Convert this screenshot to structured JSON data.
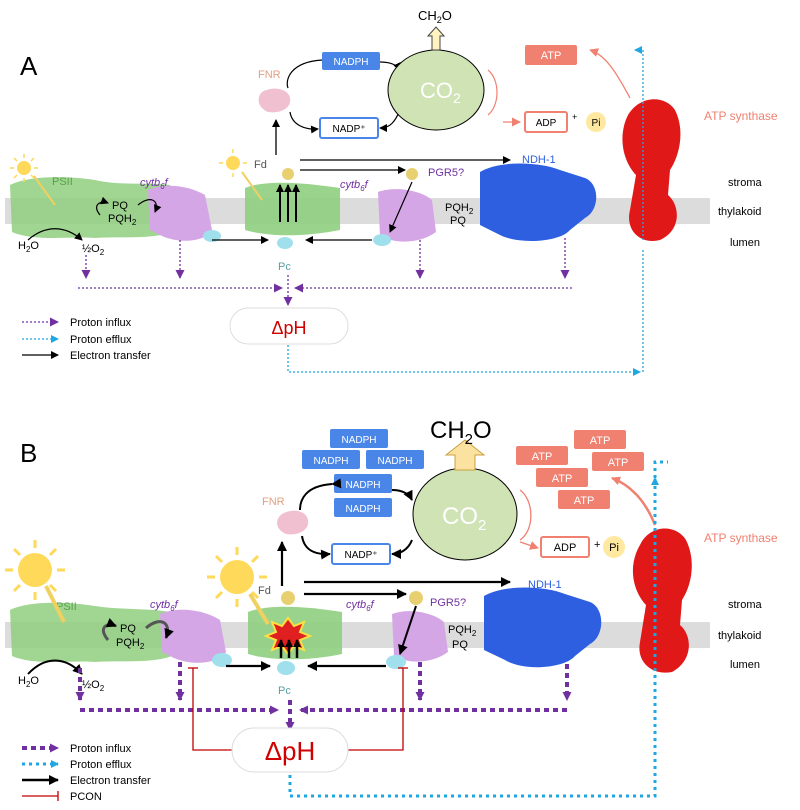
{
  "panels": [
    {
      "letter": "A",
      "labels": {
        "psii": "PSII",
        "cytb6f": "cytb",
        "cytb6f_sub": "6",
        "cytb6f_tail": "f",
        "fnr": "FNR",
        "fd": "Fd",
        "pgr5": "PGR5?",
        "ndh": "NDH-1",
        "pc": "Pc",
        "pq": "PQ",
        "pqh2": "PQH",
        "pqh2_sub": "2",
        "h2o": "H",
        "h2o_sub": "2",
        "h2o_tail": "O",
        "half_o2": "½O",
        "half_o2_sub": "2",
        "nadph": "NADPH",
        "nadp": "NADP⁺",
        "co2": "CO",
        "co2_sub": "2",
        "ch2o": "CH",
        "ch2o_sub": "2",
        "ch2o_tail": "O",
        "atp": "ATP",
        "adp": "ADP",
        "plus": "+",
        "pi": "Pi",
        "atp_synthase": "ATP synthase",
        "stroma": "stroma",
        "thylakoid": "thylakoid",
        "lumen": "lumen",
        "dph": "ΔpH"
      },
      "legend": [
        "Proton influx",
        "Proton efflux",
        "Electron transfer"
      ]
    },
    {
      "letter": "B",
      "labels": {
        "psii": "PSII",
        "cytb6f": "cytb",
        "cytb6f_sub": "6",
        "cytb6f_tail": "f",
        "fnr": "FNR",
        "fd": "Fd",
        "pgr5": "PGR5?",
        "ndh": "NDH-1",
        "pc": "Pc",
        "pq": "PQ",
        "pqh2": "PQH",
        "pqh2_sub": "2",
        "h2o": "H",
        "h2o_sub": "2",
        "h2o_tail": "O",
        "half_o2": "½O",
        "half_o2_sub": "2",
        "nadph": "NADPH",
        "nadp": "NADP⁺",
        "co2": "CO",
        "co2_sub": "2",
        "ch2o": "CH",
        "ch2o_sub": "2",
        "ch2o_tail": "O",
        "atp": "ATP",
        "adp": "ADP",
        "plus": "+",
        "pi": "Pi",
        "atp_synthase": "ATP synthase",
        "stroma": "stroma",
        "thylakoid": "thylakoid",
        "lumen": "lumen",
        "dph": "ΔpH"
      },
      "legend": [
        "Proton influx",
        "Proton efflux",
        "Electron transfer",
        "PCON"
      ]
    }
  ],
  "colors": {
    "proton_influx": "#7030a0",
    "proton_efflux": "#1ea7e0",
    "electron": "#000000",
    "pcon": "#c00000",
    "nadph_fill": "#4a86e8",
    "atp_fill": "#f08070",
    "co2_fill": "#cfe3b4",
    "membrane": "#dcdcdc",
    "psii": "#8fcf7f",
    "cytb6f": "#d5a6e6",
    "ndh": "#2e5fe0",
    "atp_synthase": "#e01818",
    "dph_text": "#d00000",
    "sun": "#ffd95a"
  },
  "icons": [
    "sun-icon",
    "arrow-icon",
    "pcon-inhibition-icon"
  ]
}
